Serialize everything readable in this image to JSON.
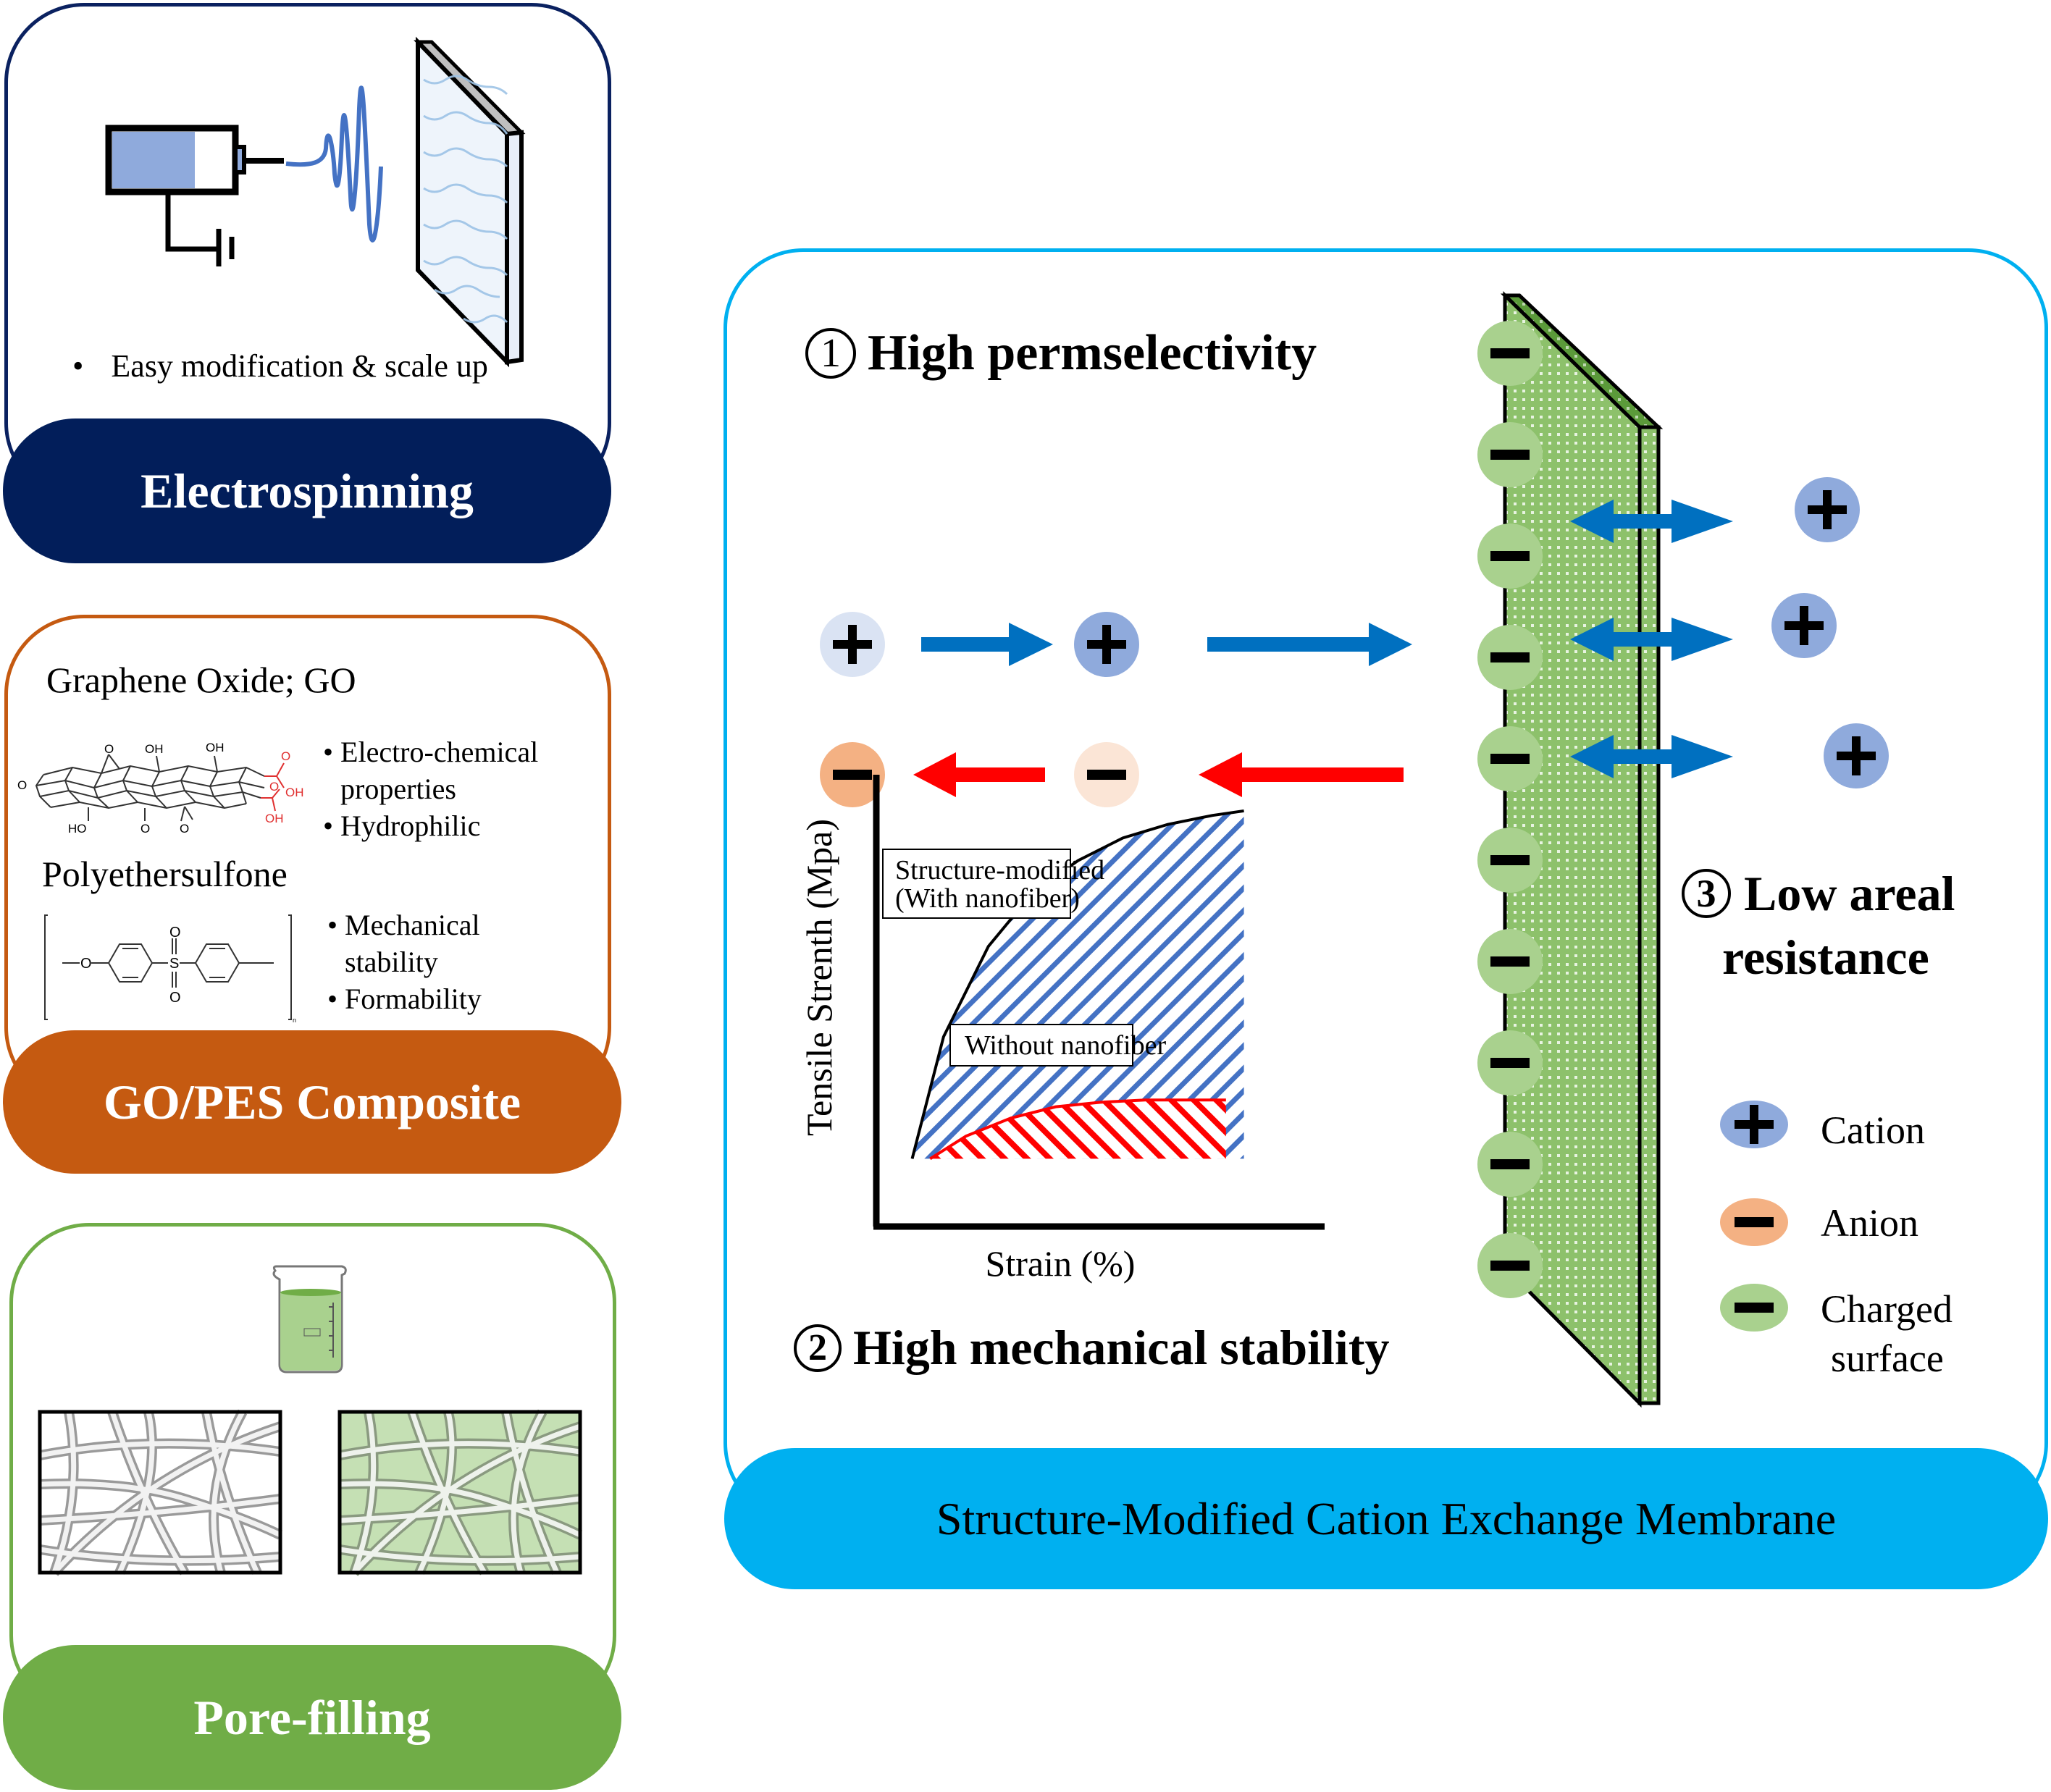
{
  "panels": {
    "electrospinning": {
      "title": "Electrospinning",
      "bullets": [
        "Easy modification & scale up"
      ],
      "border_color": "#0a2160",
      "pill_color": "#021e5a"
    },
    "go_pes": {
      "title": "GO/PES Composite",
      "material_1": "Graphene Oxide; GO",
      "material_1_bullets": [
        "Electro-chemical",
        "properties",
        "Hydrophilic"
      ],
      "material_2": "Polyethersulfone",
      "material_2_bullets": [
        "Mechanical",
        "stability",
        "Formability"
      ],
      "go_labels": {
        "o_left": "O",
        "o_top": "O",
        "oh_1": "OH",
        "oh_2": "OH",
        "cooh_o1": "O",
        "cooh_oh1": "OH",
        "cooh_o2": "O",
        "cooh_oh2": "OH",
        "ho": "HO",
        "o_bottom_1": "O",
        "o_bottom_2": "O"
      },
      "pes_labels": {
        "o": "O",
        "s": "S",
        "so_top": "O",
        "so_bottom": "O",
        "n": "n"
      },
      "border_color": "#c55a11",
      "pill_color": "#c55a11"
    },
    "pore_filling": {
      "title": "Pore-filling",
      "border_color": "#70ad47",
      "pill_color": "#70ad47",
      "fill_color": "#c5e0b4"
    },
    "cem": {
      "title": "Structure-Modified Cation Exchange Membrane",
      "border_color": "#00b0f0",
      "pill_color": "#00b0f0",
      "features": [
        {
          "number": "1",
          "label": "High permselectivity"
        },
        {
          "number": "2",
          "label": "High mechanical stability"
        },
        {
          "number": "3",
          "label_line1": "Low areal",
          "label_line2": "resistance"
        }
      ],
      "legend": [
        {
          "symbol": "+",
          "label": "Cation",
          "color": "#8faadc"
        },
        {
          "symbol": "−",
          "label": "Anion",
          "color": "#f4b183"
        },
        {
          "symbol": "−",
          "label_line1": "Charged",
          "label_line2": "surface",
          "color": "#a9d18e"
        }
      ],
      "surface_charges": 10,
      "transported_cations": 3
    }
  },
  "chart_data": {
    "type": "area",
    "title": "",
    "xlabel": "Strain (%)",
    "ylabel": "Tensile Strenth (Mpa)",
    "ticks_shown": false,
    "grid": false,
    "x_range": [
      0,
      100
    ],
    "y_range": [
      0,
      100
    ],
    "series": [
      {
        "name": "Structure-modified (With nanofiber)",
        "label_line1": "Structure-modified",
        "label_line2": "(With nanofiber)",
        "color": "#4472c4",
        "pattern": "diagonal-hatch",
        "x": [
          8,
          15,
          25,
          35,
          45,
          55,
          65,
          75,
          82
        ],
        "y": [
          15,
          42,
          62,
          74,
          81,
          86,
          89,
          91,
          92
        ]
      },
      {
        "name": "Without nanofiber",
        "label": "Without nanofiber",
        "color": "#ff0000",
        "pattern": "diagonal-hatch",
        "x": [
          12,
          20,
          30,
          40,
          50,
          60,
          70,
          78
        ],
        "y": [
          15,
          20,
          24,
          26.5,
          27.5,
          28,
          28,
          28
        ]
      }
    ]
  },
  "colors": {
    "arrow_blue": "#0070c0",
    "arrow_red": "#ff0000",
    "cation_light": "#dae3f3",
    "anion_light": "#fbe5d6",
    "membrane_green": "#8dc16b",
    "membrane_dark": "#5b9a3a",
    "syringe_fluid": "#8faadc",
    "jet_blue": "#4472c4"
  }
}
